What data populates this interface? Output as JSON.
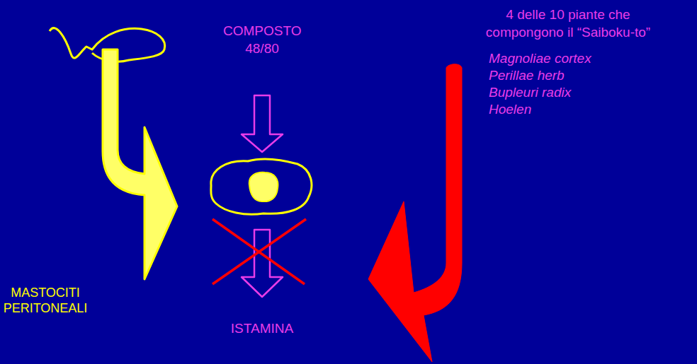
{
  "diagram": {
    "labels": [
      "COMPOSTO 48/80",
      "4 delle 10 piante che compongono il “Saiboku-to”",
      "Magnoliae cortex",
      "Perillae herb",
      "Bupleuri radix",
      "Hoelen",
      "MASTOCITI PERITONEALI",
      "ISTAMINA"
    ]
  }
}
